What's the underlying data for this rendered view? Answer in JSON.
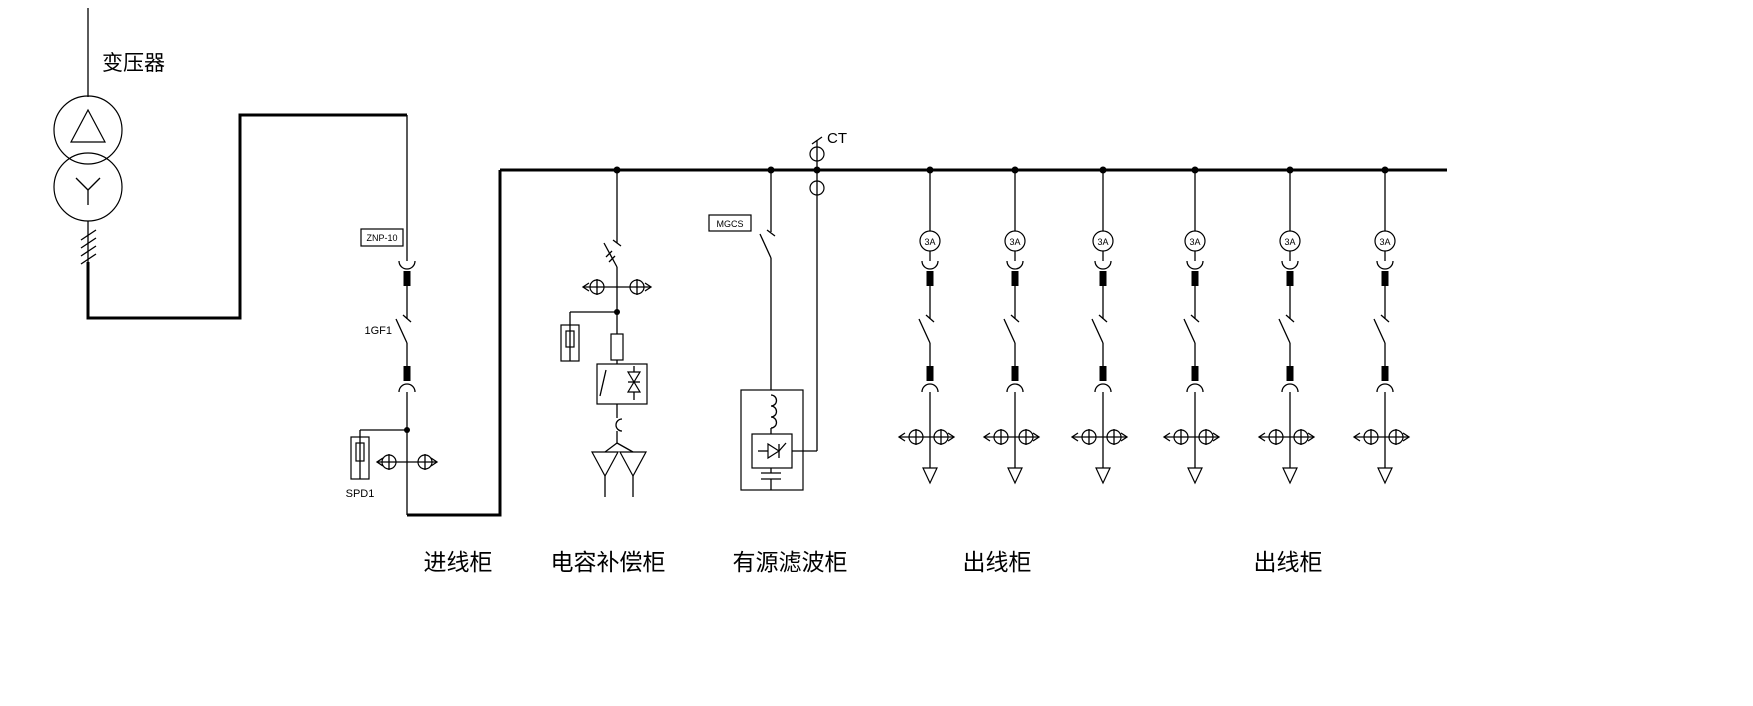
{
  "diagram": {
    "transformer_label": "变压器",
    "ct_label": "CT",
    "incoming": {
      "device_tag": "ZNP-10",
      "breaker_label": "1GF1",
      "spd_label": "SPD1",
      "cabinet_label": "进线柜"
    },
    "capacitor": {
      "cabinet_label": "电容补偿柜"
    },
    "filter": {
      "module_tag": "MGCS",
      "cabinet_label": "有源滤波柜"
    },
    "outgoing_group_1_label": "出线柜",
    "outgoing_group_2_label": "出线柜",
    "feeders": [
      {
        "ammeter": "3A"
      },
      {
        "ammeter": "3A"
      },
      {
        "ammeter": "3A"
      },
      {
        "ammeter": "3A"
      },
      {
        "ammeter": "3A"
      },
      {
        "ammeter": "3A"
      }
    ],
    "colors": {
      "line": "#000000",
      "background": "#ffffff"
    }
  }
}
